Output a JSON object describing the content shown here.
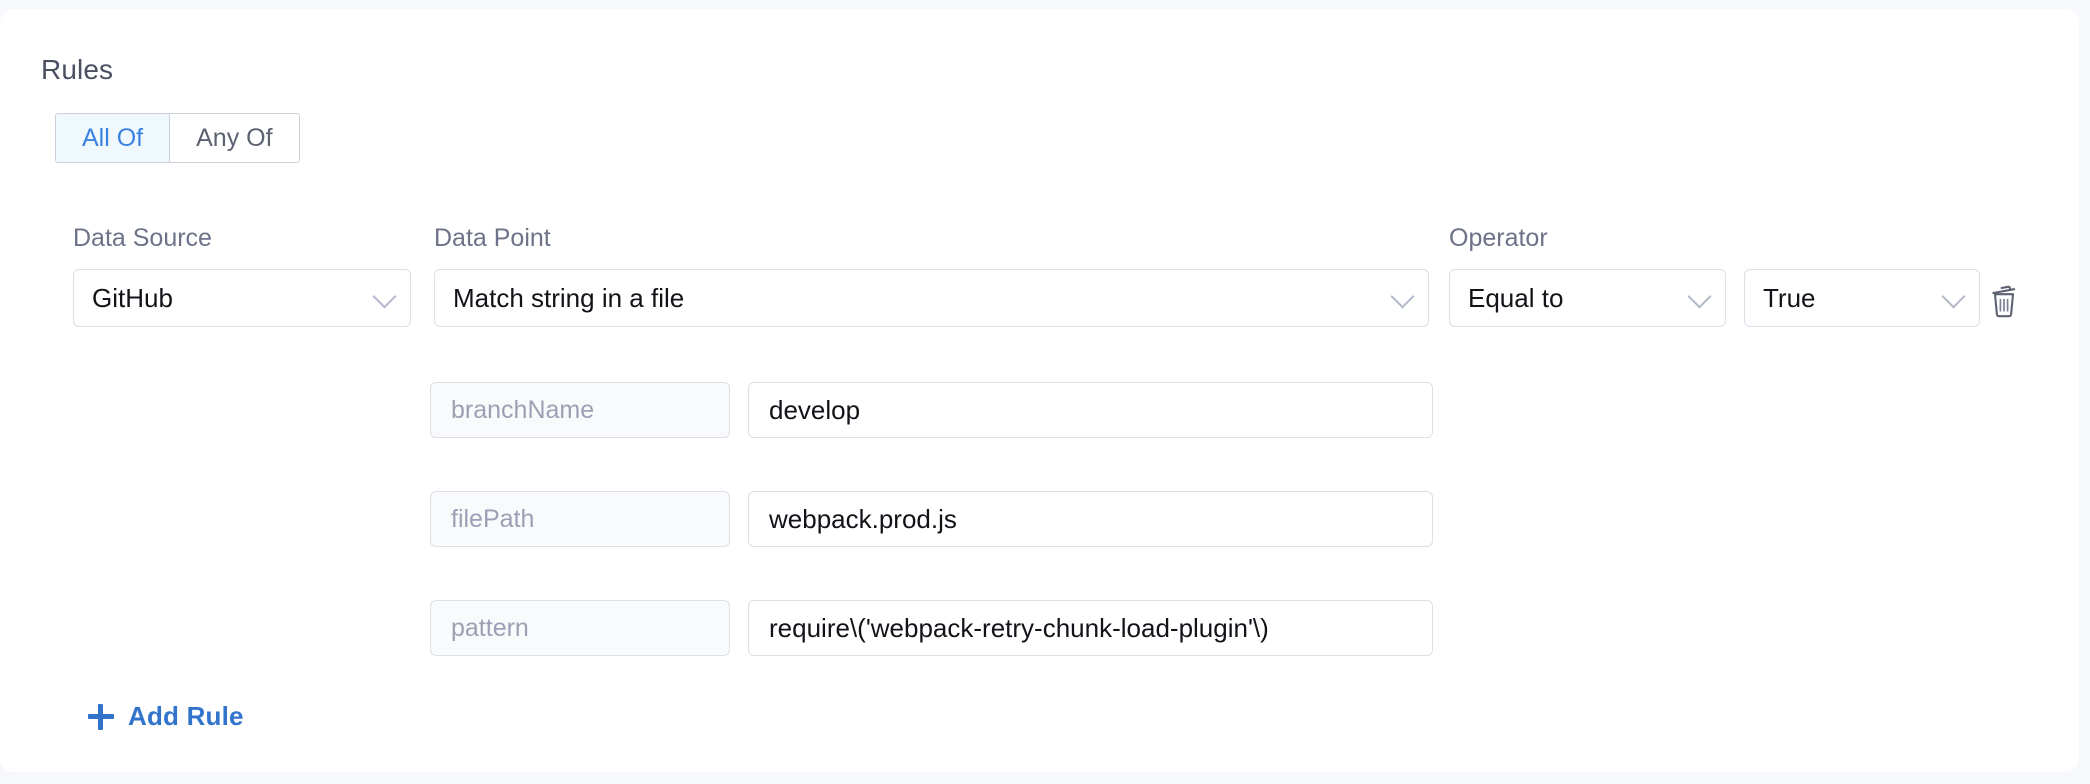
{
  "section": {
    "title": "Rules"
  },
  "match_toggle": {
    "options": [
      {
        "label": "All Of",
        "active": true
      },
      {
        "label": "Any Of",
        "active": false
      }
    ]
  },
  "columns": {
    "data_source": "Data Source",
    "data_point": "Data Point",
    "operator": "Operator"
  },
  "rule": {
    "data_source": "GitHub",
    "data_point": "Match string in a file",
    "operator": "Equal to",
    "value": "True",
    "delete_icon": "trash-icon",
    "chevron_icon": "chevron-down-icon",
    "parameters": [
      {
        "key": "branchName",
        "value": "develop"
      },
      {
        "key": "filePath",
        "value": "webpack.prod.js"
      },
      {
        "key": "pattern",
        "value": "require\\('webpack-retry-chunk-load-plugin'\\)"
      }
    ]
  },
  "add_rule": {
    "label": "Add Rule",
    "icon": "plus-icon"
  },
  "colors": {
    "accent": "#3273cc",
    "toggle_active_bg": "#eff8fd",
    "toggle_active_text": "#3b82e0",
    "border": "#dcdee8",
    "label_text": "#6d7288",
    "placeholder_text": "#9ba0b4",
    "page_bg": "#f7f8fc",
    "card_bg": "#ffffff"
  }
}
